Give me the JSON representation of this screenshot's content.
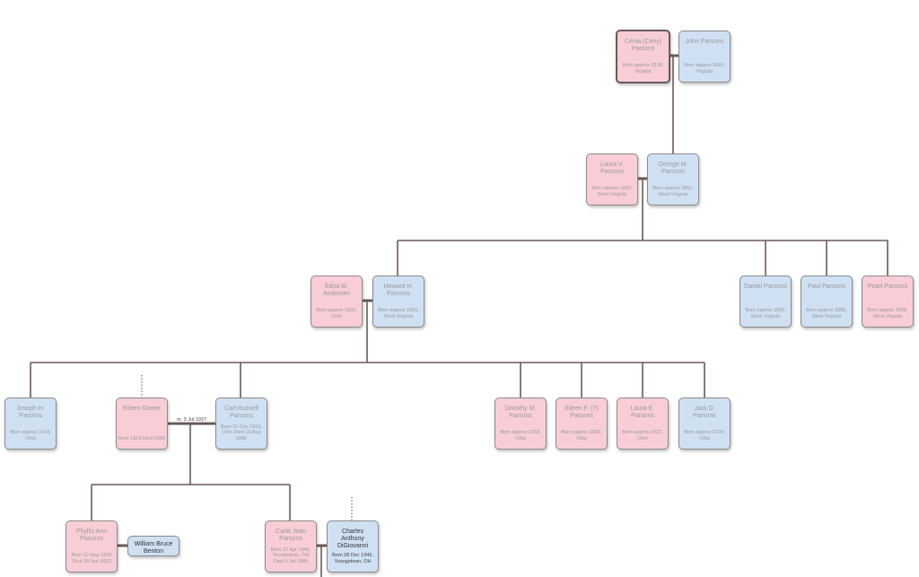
{
  "people": {
    "cenia": {
      "name": "Cenia (Ceny) Parsons",
      "dates": "Born approx 1818, Virginia"
    },
    "john": {
      "name": "John Parsons",
      "dates": "Born approx 1816, Virginia"
    },
    "laura_v": {
      "name": "Laura V. Parsons",
      "dates": "Born approx 1860, West Virginia"
    },
    "george": {
      "name": "George M. Parsons",
      "dates": "Born approx 1852, West Virginia"
    },
    "edna": {
      "name": "Edna M. Andersen",
      "dates": "Born approx 1892, Ohio"
    },
    "howard": {
      "name": "Howard H. Parsons",
      "dates": "Born approx 1893, West Virginia"
    },
    "daniel": {
      "name": "Daniel Parsons",
      "dates": "Born approx 1895, West Virginia"
    },
    "paul": {
      "name": "Paul Parsons",
      "dates": "Born approx 1896, West Virginia"
    },
    "pearl": {
      "name": "Pearl Parsons",
      "dates": "Born approx 1898, West Virginia"
    },
    "joseph": {
      "name": "Joseph H. Parsons",
      "dates": "Born approx 1914, Ohio"
    },
    "eileen_g": {
      "name": "Eileen Gower",
      "dates": "Born 1919 Died 2000"
    },
    "carl": {
      "name": "Carl Russell Parsons",
      "dates": "Born 15 Dec 1915, Ohio Died 15 Aug 1986"
    },
    "dorothy": {
      "name": "Dorothy M. Parsons",
      "dates": "Born approx 1918, Ohio"
    },
    "eileen_f": {
      "name": "Eileen F. (?) Parsons",
      "dates": "Born approx 1920, Ohio"
    },
    "laura_e": {
      "name": "Laura E. Parsons",
      "dates": "Born approx 1922, Ohio"
    },
    "jack": {
      "name": "Jack D. Parsons",
      "dates": "Born approx 1924, Ohio"
    },
    "phyllis": {
      "name": "Phyllis Ann Parsons",
      "dates": "Born 12 May 1939 Died 20 Jun 2023"
    },
    "william": {
      "name": "William Bruce Benton",
      "dates": ""
    },
    "carla": {
      "name": "Carla Jean Parsons",
      "dates": "Born 22 Apr 1946, Youngstown, OH Died 5 Jul 1980"
    },
    "charles": {
      "name": "Charles Anthony DiGiovanni",
      "dates": "Born 28 Dec 1945, Youngstown, OH"
    }
  },
  "marriage_label": "m. 3 Jul 1937",
  "colors": {
    "female": "#f8cdd5",
    "male": "#cfe0f3",
    "line": "#6b5a5a"
  }
}
